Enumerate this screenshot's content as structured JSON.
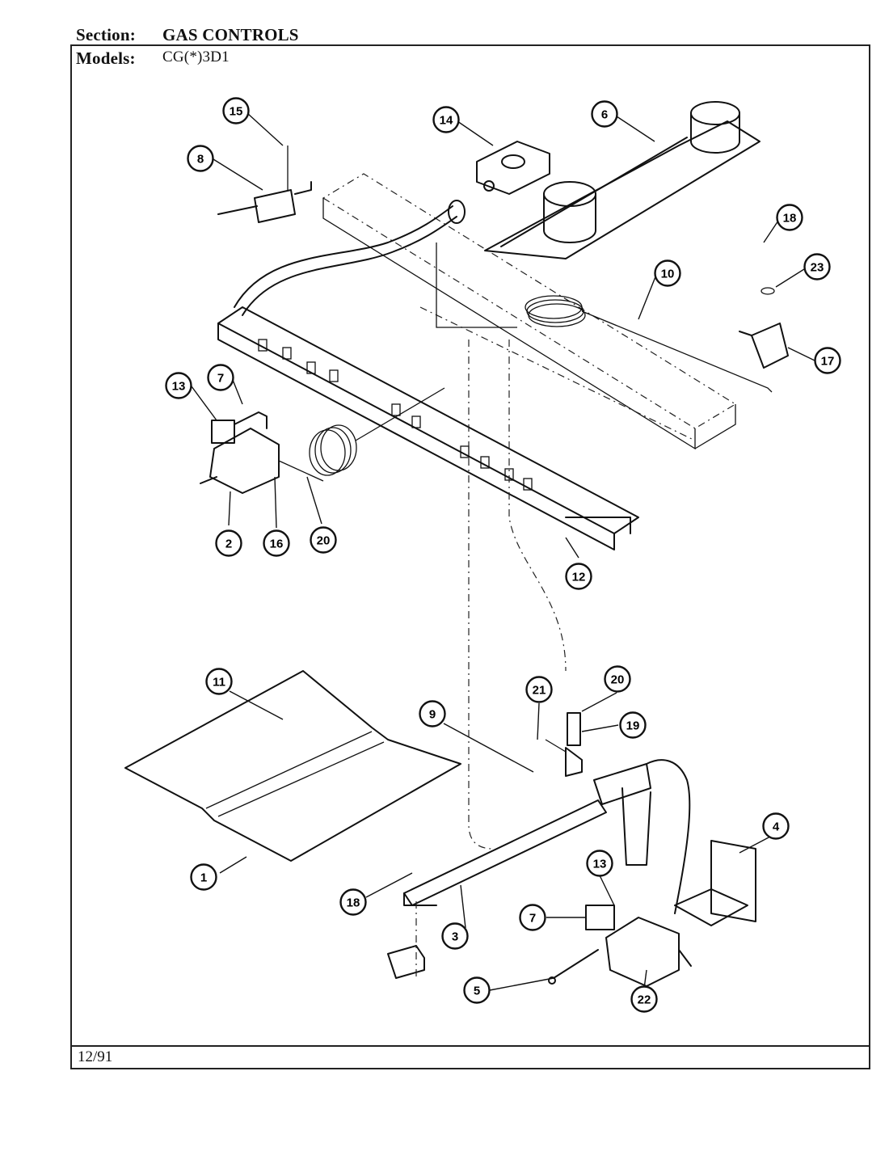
{
  "header": {
    "section_label": "Section:",
    "section_value": "GAS CONTROLS",
    "models_label": "Models:",
    "models_value": "CG(*)3D1"
  },
  "footer": {
    "date": "12/91"
  },
  "callouts": [
    "15",
    "14",
    "6",
    "8",
    "18",
    "23",
    "10",
    "17",
    "13",
    "7",
    "2",
    "16",
    "20",
    "12",
    "11",
    "21",
    "20",
    "9",
    "19",
    "4",
    "1",
    "18",
    "3",
    "13",
    "7",
    "5",
    "22"
  ]
}
